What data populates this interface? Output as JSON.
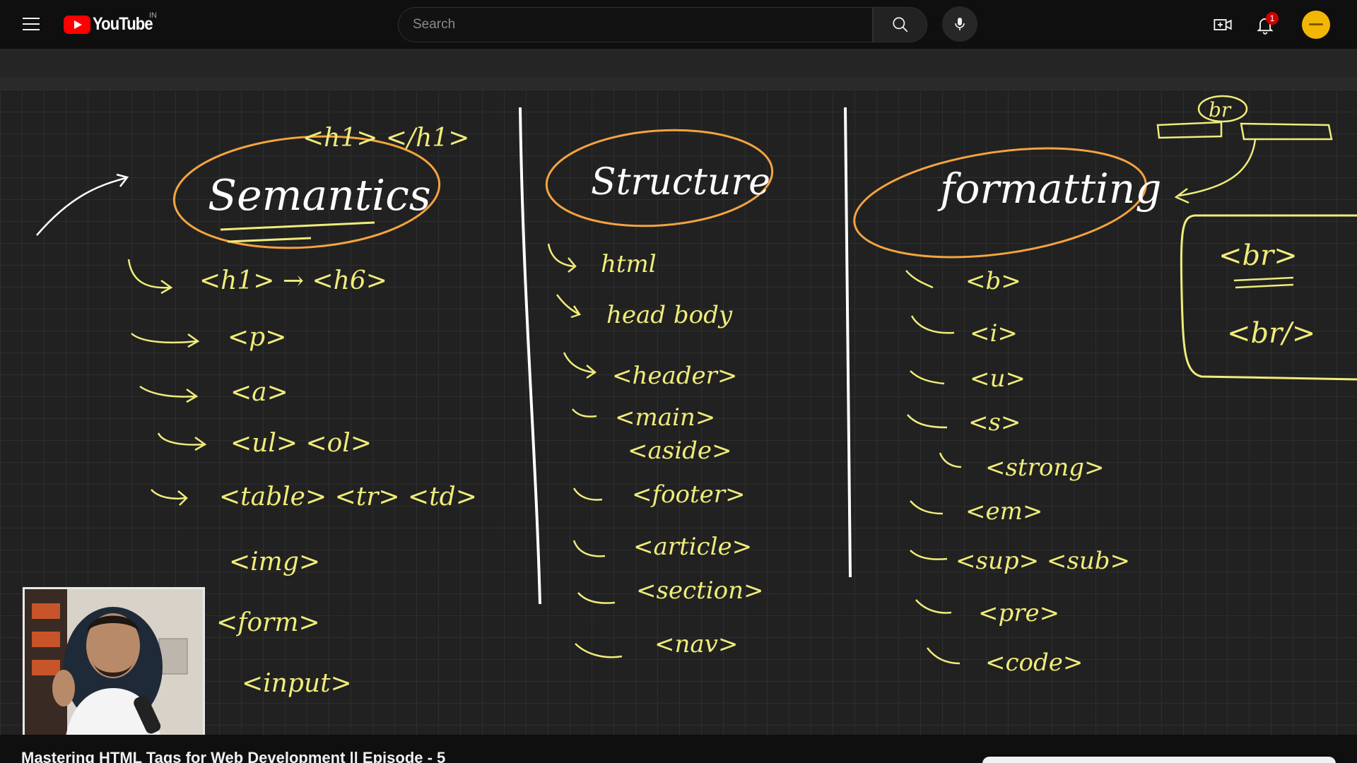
{
  "header": {
    "logo_text": "YouTube",
    "country_code": "IN",
    "search_placeholder": "Search",
    "notification_count": "1",
    "brand_color": "#ff0000"
  },
  "icons": [
    "menu-icon",
    "youtube-logo-icon",
    "search-icon",
    "mic-icon",
    "create-icon",
    "bell-icon"
  ],
  "whiteboard": {
    "top_tags": "<h1> </h1>",
    "columns": [
      {
        "heading": "Semantics",
        "items": [
          "<h1> → <h6>",
          "<p>",
          "<a>",
          "<ul> <ol>",
          "<table> <tr> <td>",
          "<img>",
          "<form>",
          "<input>"
        ]
      },
      {
        "heading": "Structure",
        "items": [
          "html",
          "head body",
          "<header>",
          "<main>",
          "<aside>",
          "<footer>",
          "<article>",
          "<section>",
          "<nav>"
        ]
      },
      {
        "heading": "formatting",
        "items": [
          "<b>",
          "<i>",
          "<u>",
          "<s>",
          "<strong>",
          "<em>",
          "<sup> <sub>",
          "<pre>",
          "<code>"
        ]
      }
    ],
    "side_note": {
      "label_top": "br",
      "box_items": [
        "<br>",
        "<br/>"
      ]
    }
  },
  "video": {
    "title": "Mastering HTML Tags for Web Development || Episode - 5"
  }
}
